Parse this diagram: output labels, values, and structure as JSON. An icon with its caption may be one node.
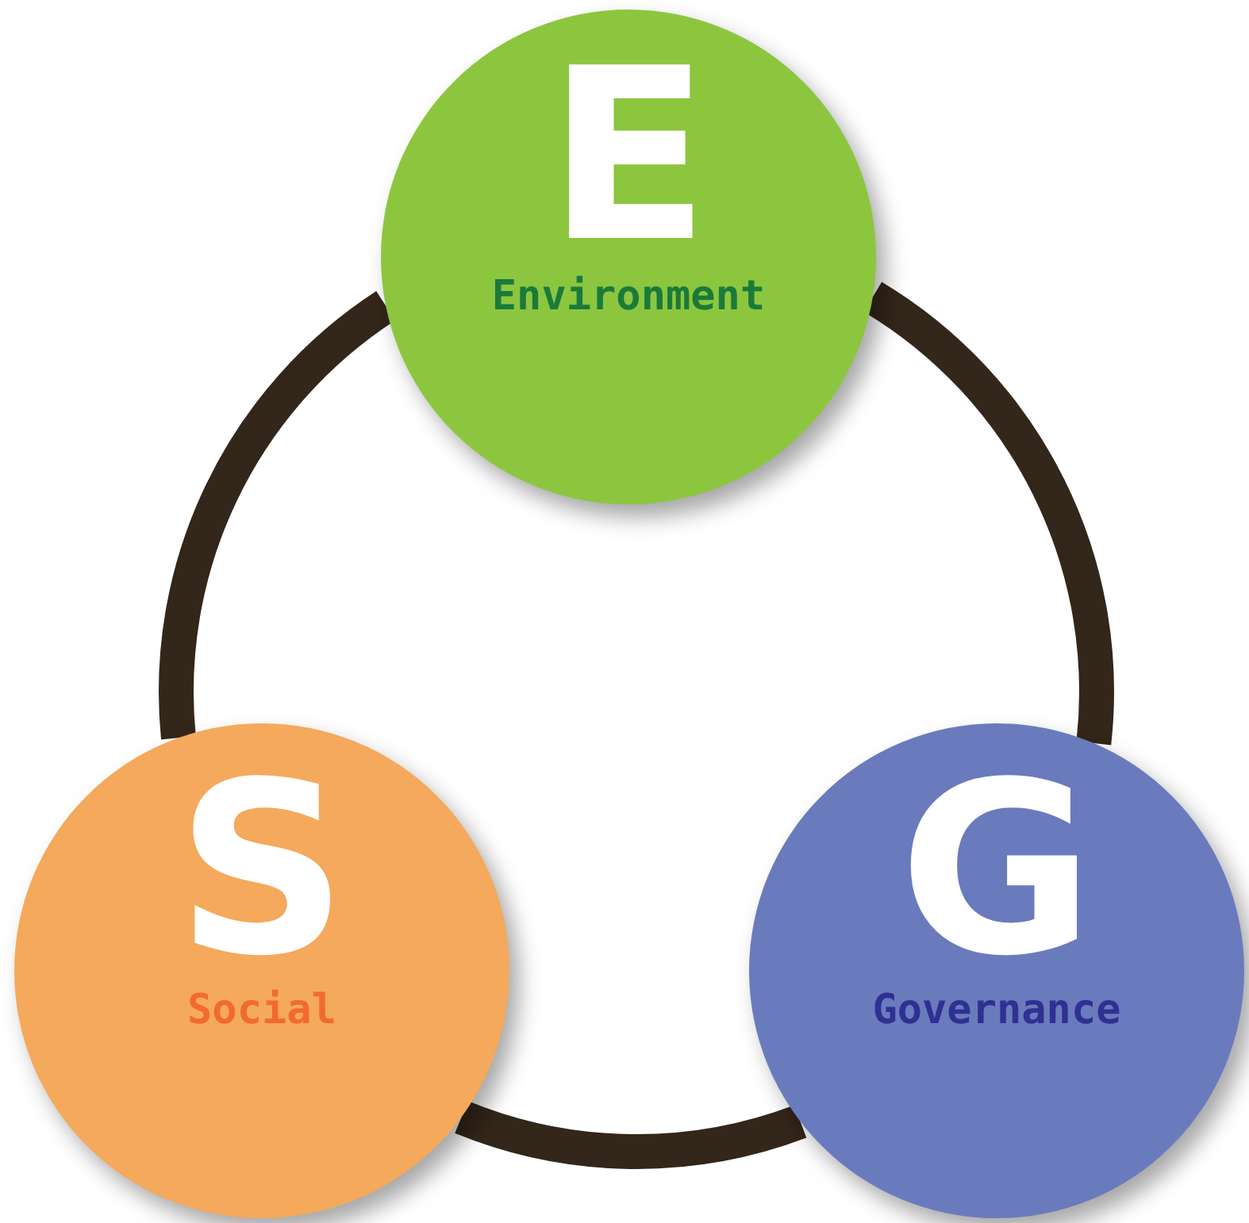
{
  "diagram": {
    "nodes": [
      {
        "text": [
          "E",
          "Environment"
        ]
      },
      {
        "text": [
          "S",
          "Social"
        ]
      },
      {
        "text": [
          "G",
          "Governance"
        ]
      }
    ],
    "edges": [
      {
        "from": 0,
        "to": 2,
        "arrow": "none"
      },
      {
        "from": 2,
        "to": 1,
        "arrow": "none"
      },
      {
        "from": 1,
        "to": 0,
        "arrow": "none"
      }
    ]
  }
}
